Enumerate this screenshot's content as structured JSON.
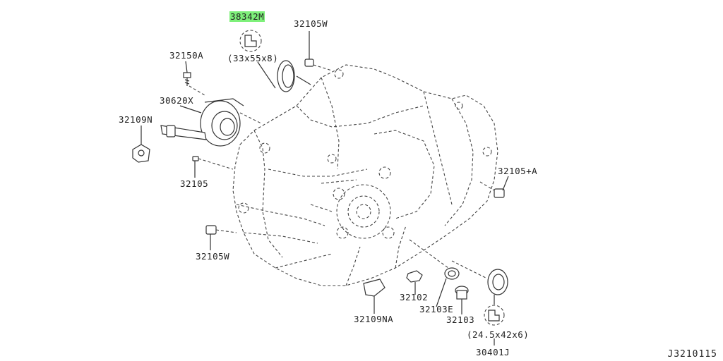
{
  "labels": {
    "p38342m": "38342M",
    "seal_dim_top": "(33x55x8)",
    "p32105w_top": "32105W",
    "p32150a": "32150A",
    "p30620x": "30620X",
    "p32109n": "32109N",
    "p32105": "32105",
    "p32105a": "32105+A",
    "p32105w_bottom": "32105W",
    "p32102": "32102",
    "p32103e": "32103E",
    "p32103": "32103",
    "p32109na": "32109NA",
    "seal_dim_bottom": "(24.5x42x6)",
    "p30401j": "30401J"
  },
  "diagram_code": "J3210115",
  "colors": {
    "highlight": "#7ef07a",
    "line": "#333333"
  }
}
